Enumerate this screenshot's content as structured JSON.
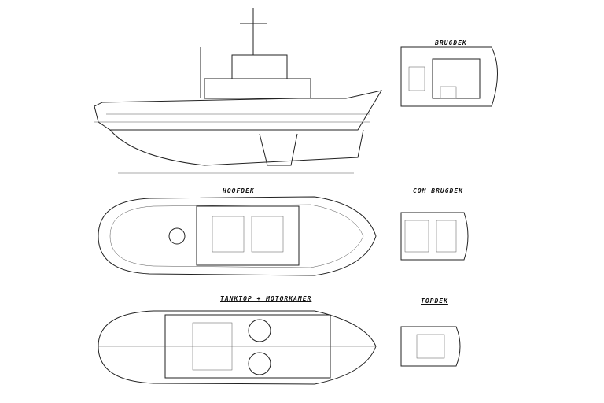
{
  "labels": {
    "brugdek": "BRUGDEK",
    "hoofddek": "HOOFDEK",
    "com_brugdek": "COM BRUGDEK",
    "tanktop": "TANKTOP + MOTORKAMER",
    "topdek": "TOPDEK"
  }
}
